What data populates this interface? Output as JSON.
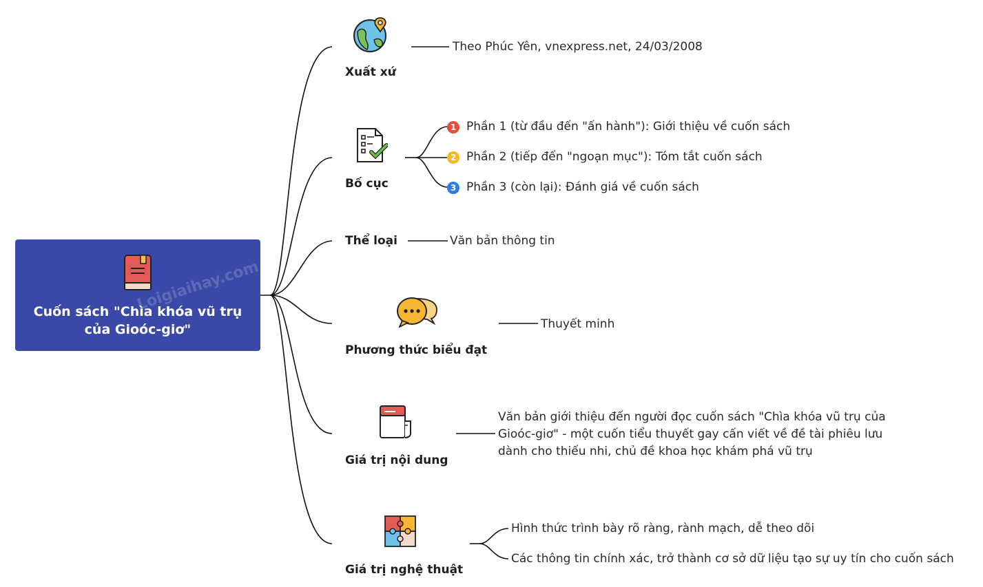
{
  "central": {
    "title_line1": "Cuốn sách \"Chìa khóa vũ trụ",
    "title_line2": "của Gioóc-giơ\"",
    "watermark": "Loigiaihay.com",
    "icon": "red-book-icon"
  },
  "branches": {
    "xuat_xu": {
      "label": "Xuất xứ",
      "icon": "globe-location-icon",
      "leaf": "Theo Phúc Yên, vnexpress.net, 24/03/2008"
    },
    "bo_cuc": {
      "label": "Bố cục",
      "icon": "checklist-icon",
      "items": [
        {
          "num": "1",
          "color": "#e84c3d",
          "text": "Phần 1 (từ đầu đến \"ấn hành\"): Giới thiệu về cuốn sách"
        },
        {
          "num": "2",
          "color": "#f4b820",
          "text": "Phần 2 (tiếp đến \"ngoạn mục\"): Tóm tắt cuốn sách"
        },
        {
          "num": "3",
          "color": "#2b7de9",
          "text": "Phần 3 (còn lại): Đánh giá về cuốn sách"
        }
      ]
    },
    "the_loai": {
      "label": "Thể loại",
      "leaf": "Văn bản thông tin"
    },
    "phuong_thuc": {
      "label": "Phương thức biểu đạt",
      "icon": "chat-bubbles-icon",
      "leaf": "Thuyết minh"
    },
    "noi_dung": {
      "label": "Giá trị nội dung",
      "icon": "notebook-icon",
      "leaf_lines": [
        "Văn bản giới thiệu đến người đọc cuốn sách \"Chìa khóa vũ trụ của",
        "Gioóc-giơ\" - một cuốn tiểu thuyết gay cấn viết về đề tài phiêu lưu",
        "dành cho thiếu nhi, chủ đề khoa học khám phá vũ trụ"
      ]
    },
    "nghe_thuat": {
      "label": "Giá trị nghệ thuật",
      "icon": "puzzle-icon",
      "items": [
        "Hình thức trình bày rõ ràng, rành mạch, dễ theo dõi",
        "Các thông tin chính xác, trở thành cơ sở dữ liệu tạo sự uy tín cho cuốn sách"
      ]
    }
  }
}
